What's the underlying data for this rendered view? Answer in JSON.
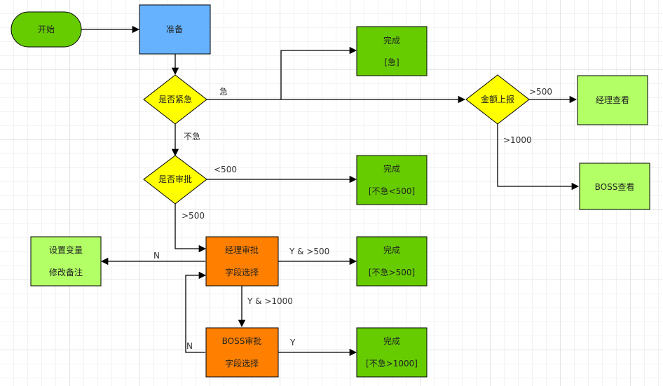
{
  "nodes": {
    "start": {
      "label": "开始",
      "color": "#66cc00"
    },
    "prepare": {
      "label": "准备",
      "color": "#66b2ff"
    },
    "is_urgent": {
      "label": "是否紧急",
      "color": "#ffff00"
    },
    "done_urgent": {
      "line1": "完成",
      "line2": "[急]",
      "color": "#66cc00"
    },
    "amount_report": {
      "label": "金额上报",
      "color": "#ffff00"
    },
    "manager_view": {
      "label": "经理查看",
      "color": "#b2ff66"
    },
    "boss_view": {
      "label": "BOSS查看",
      "color": "#b2ff66"
    },
    "is_approval": {
      "label": "是否审批",
      "color": "#ffff00"
    },
    "done_lt500": {
      "line1": "完成",
      "line2": "[不急<500]",
      "color": "#66cc00"
    },
    "set_vars": {
      "line1": "设置变量",
      "line2": "修改备注",
      "color": "#b2ff66"
    },
    "manager_approval": {
      "line1": "经理审批",
      "line2": "字段选择",
      "color": "#ff8000"
    },
    "done_gt500": {
      "line1": "完成",
      "line2": "[不急>500]",
      "color": "#66cc00"
    },
    "boss_approval": {
      "line1": "BOSS审批",
      "line2": "字段选择",
      "color": "#ff8000"
    },
    "done_gt1000": {
      "line1": "完成",
      "line2": "[不急>1000]",
      "color": "#66cc00"
    }
  },
  "edges": {
    "urgent": "急",
    "not_urgent": "不急",
    "gt500_top": ">500",
    "gt1000_top": ">1000",
    "lt500": "<500",
    "gt500_mid": ">500",
    "n_left": "N",
    "y_gt500": "Y & >500",
    "y_gt1000": "Y & >1000",
    "n_loop": "N",
    "y": "Y"
  }
}
